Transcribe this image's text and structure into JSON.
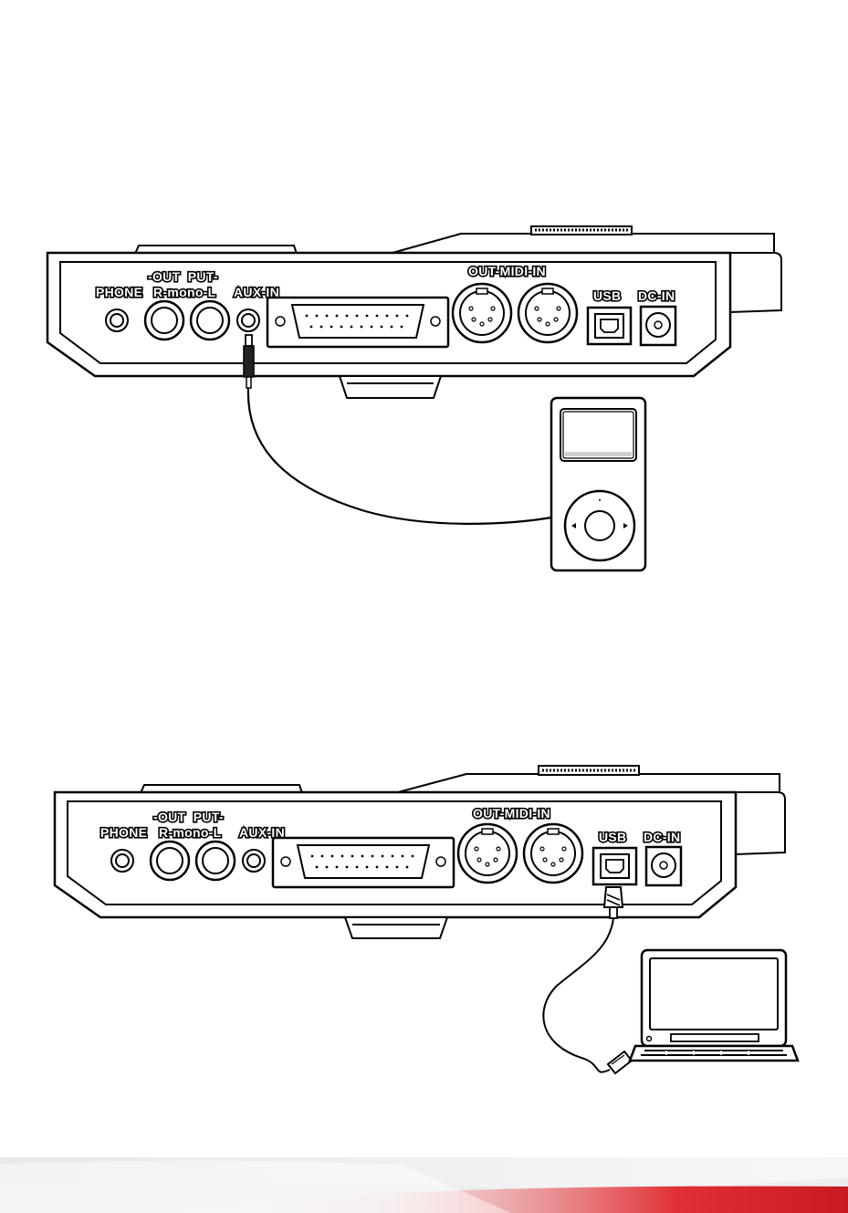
{
  "panel_labels": {
    "phone": "PHONE",
    "output_top": "-OUT  PUT-",
    "output_bottom": "R-mono-L",
    "aux_in": "AUX-IN",
    "midi": "OUT-MIDI-IN",
    "usb": "USB",
    "dc_in": "DC-IN"
  },
  "diagrams": [
    {
      "connection": "AUX-IN",
      "device": "music-player"
    },
    {
      "connection": "USB",
      "device": "laptop"
    }
  ],
  "colors": {
    "line": "#000000",
    "background": "#ffffff",
    "accent_band": "#e0262c"
  }
}
